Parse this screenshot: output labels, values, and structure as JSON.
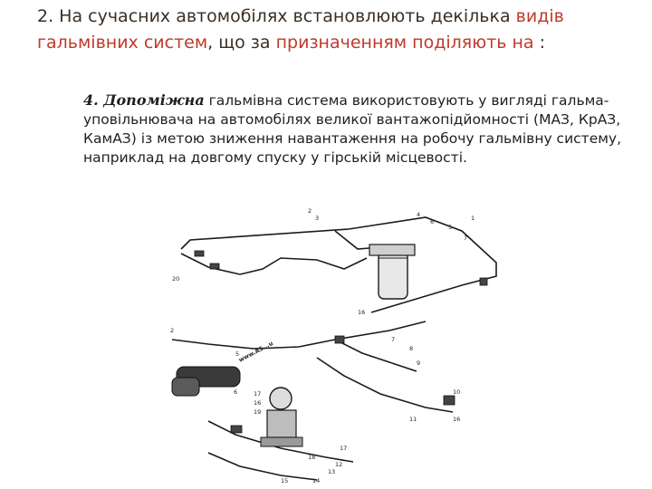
{
  "heading": {
    "part1": "2. На сучасних автомобілях встановлюють декілька ",
    "part2": "видів гальмівних систем",
    "part3": ", що за ",
    "part4": "призначенням поділяють на",
    "part5": " :"
  },
  "item": {
    "number": "4. ",
    "emphasis": "Допоміжна",
    "text": " гальмівна система використовують у вигляді гальма-уповільнювача на автомобілях великої вантажопідйомності (МАЗ, КрАЗ, КамАЗ) із метою зниження навантаження на робочу гальмівну систему, наприклад на довгому спуску у гірській місцевості."
  },
  "diagram": {
    "watermark": "www.AS...u",
    "labels": {
      "l1": "1",
      "l2": "2",
      "l3": "3",
      "l4": "4",
      "l5": "5",
      "l6": "6",
      "l7": "7",
      "l8": "8",
      "l9": "9",
      "l10": "10",
      "l11": "11",
      "l12": "12",
      "l13": "13",
      "l14": "14",
      "l15": "15",
      "l16": "16",
      "l17": "17",
      "l18": "18",
      "l19": "19",
      "l20": "20",
      "l2b": "2",
      "l5b": "5",
      "l16b": "16",
      "l16c": "16",
      "l17b": "17"
    },
    "label_color": "#cc2222"
  }
}
